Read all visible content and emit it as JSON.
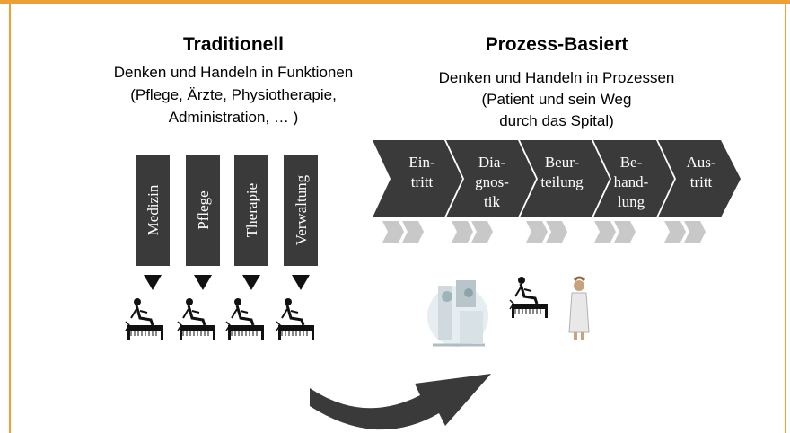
{
  "left": {
    "title": "Traditionell",
    "lines": [
      "Denken und Handeln in Funktionen",
      "(Pflege, Ärzte, Physiotherapie,",
      "Administration, … )"
    ],
    "columns": [
      "Medizin",
      "Pflege",
      "Therapie",
      "Verwaltung"
    ]
  },
  "right": {
    "title": "Prozess-Basiert",
    "lines": [
      "Denken und Handeln in Prozessen",
      "(Patient und sein Weg",
      "durch das Spital)"
    ],
    "steps": [
      {
        "lines": [
          "Ein-",
          "tritt"
        ]
      },
      {
        "lines": [
          "Dia-",
          "gnos-",
          "tik"
        ]
      },
      {
        "lines": [
          "Beur-",
          "teilung"
        ]
      },
      {
        "lines": [
          "Be-",
          "hand-",
          "lung"
        ]
      },
      {
        "lines": [
          "Aus-",
          "tritt"
        ]
      }
    ]
  },
  "colors": {
    "frame": "#f0a030",
    "box": "#3a3a3a",
    "box_text": "#ffffff",
    "chevron_small": "#c8c8c8"
  }
}
